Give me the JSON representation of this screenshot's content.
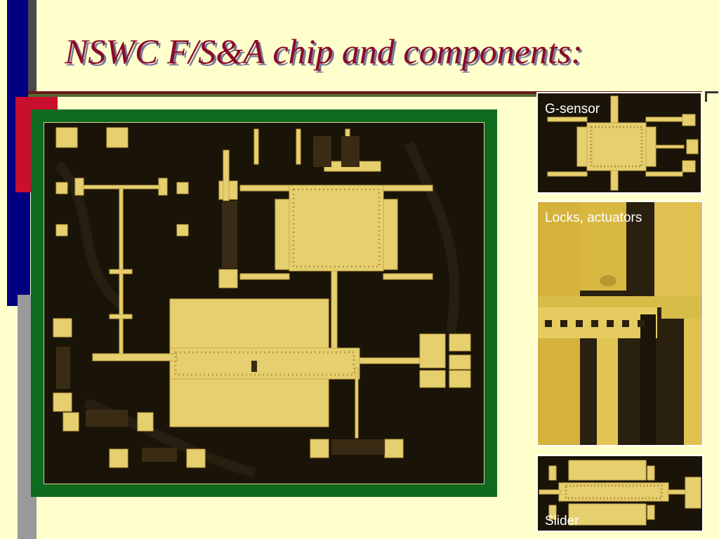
{
  "slide": {
    "title": "NSWC F/S&A chip and components:"
  },
  "thumbnails": {
    "gsensor": {
      "label": "G-sensor"
    },
    "locks": {
      "label": "Locks, actuators"
    },
    "slider": {
      "label": "Slider"
    }
  },
  "colors": {
    "background": "#FFFFCC",
    "title": "#8B0A2A",
    "frame": "#0E6A1E",
    "gold": "#E8D070",
    "substrate": "#1A1408"
  }
}
